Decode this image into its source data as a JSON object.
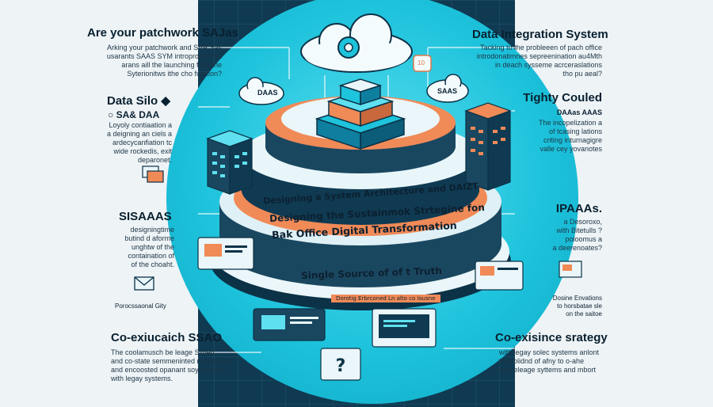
{
  "left": {
    "title1": "Are your patchwork SAJas",
    "body1": [
      "Arking your patchwork and SAP Sas",
      "usarants SAAS SYM introproduction",
      "arans aill the launching fach the",
      "Syterionitws ithe cho futation?"
    ],
    "title2": "Data Silo ◆",
    "title2b": "○ SA& DAA",
    "body2": [
      "Loyoly contiaation a",
      "a deigning an ciels a",
      "ardecycanfiation tc",
      "wide rockedis, exit",
      "deparonet."
    ],
    "title3": "SISAAAS",
    "body3": [
      "designingtime",
      "butind d aforme",
      "unghtw of the",
      "containation of",
      "of the choaht."
    ],
    "small4": "Porocssaonal Gity",
    "title5": "Co-exiucaich SSAO",
    "body5": [
      "The coolamusch be leage Sytleg",
      "and co-state semmeninted modulation",
      "and encoosted opanant soyecadoon",
      "with legay systems."
    ]
  },
  "right": {
    "title1": "Data Integration System",
    "body1": [
      "Tacking to the probleeen of pach office",
      "introdonatimnes sepreenination au4Mth",
      "in deach sysseme acrceraslations",
      "tho pu aeal?"
    ],
    "title2": "Tighty Couled",
    "title2b": "DAAas AAAS",
    "body2": [
      "The incopelization a",
      "of tcasing lations",
      "criting inturnagigre",
      "valle cey yovanotes"
    ],
    "title3": "IPAAAs.",
    "body3": [
      "a Desoroxo,",
      "with Bitetulls ?",
      "poloomus a",
      "a deerenoates?"
    ],
    "small4": [
      "Dosine Envations",
      "to horsbatae sle",
      "on the saitoe"
    ],
    "title5": "Co-exisince srategy",
    "body5": [
      "with legay solec systems anlont",
      "the rolidnd of afny to o-ahe",
      "with eleage syttems and mbort"
    ]
  },
  "center": {
    "cloud_labels": [
      "DAAS",
      "SAAS"
    ],
    "cloud_num": "10",
    "banner1": "Designing a System Architecture and DAIZT",
    "banner2": "Designing the Sustainmok Strtegine fon",
    "banner3": "Bak Office Digital Transformation",
    "banner4": "Single Source of of t Truth",
    "banner5": "Dorotig Erbrconed Ln alto co lousne"
  }
}
